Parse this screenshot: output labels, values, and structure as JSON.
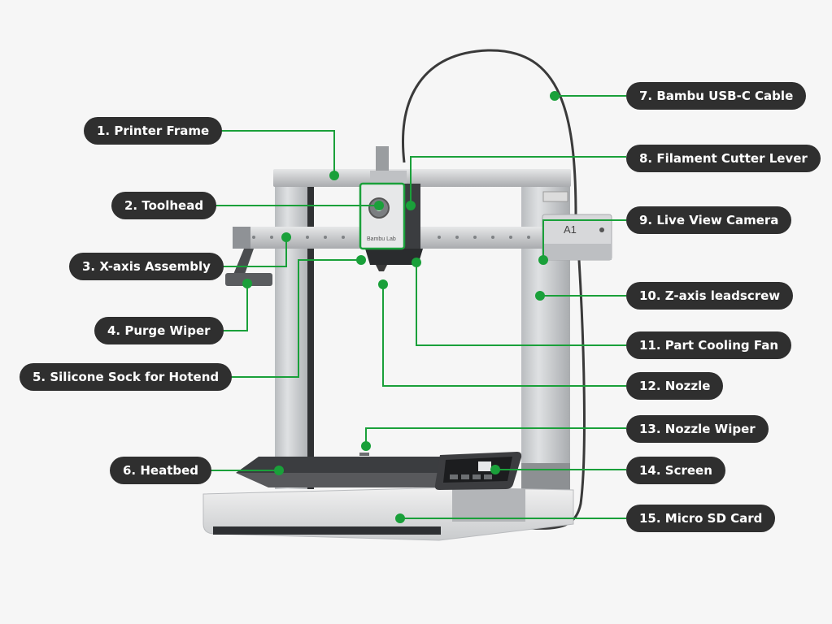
{
  "accent_color": "#1aa03a",
  "label_bg_color": "#2f2f2f",
  "labels": [
    {
      "id": "printer-frame",
      "text": "1. Printer Frame"
    },
    {
      "id": "toolhead",
      "text": "2. Toolhead"
    },
    {
      "id": "x-axis-assembly",
      "text": "3. X-axis Assembly"
    },
    {
      "id": "purge-wiper",
      "text": "4. Purge Wiper"
    },
    {
      "id": "silicone-sock",
      "text": "5. Silicone Sock for Hotend"
    },
    {
      "id": "heatbed",
      "text": "6. Heatbed"
    },
    {
      "id": "usb-c-cable",
      "text": "7. Bambu USB-C Cable"
    },
    {
      "id": "filament-cutter-lever",
      "text": "8. Filament Cutter Lever"
    },
    {
      "id": "live-view-camera",
      "text": "9. Live View Camera"
    },
    {
      "id": "z-axis-leadscrew",
      "text": "10. Z-axis leadscrew"
    },
    {
      "id": "part-cooling-fan",
      "text": "11. Part Cooling Fan"
    },
    {
      "id": "nozzle",
      "text": "12. Nozzle"
    },
    {
      "id": "nozzle-wiper",
      "text": "13. Nozzle Wiper"
    },
    {
      "id": "screen",
      "text": "14. Screen"
    },
    {
      "id": "micro-sd-card",
      "text": "15. Micro SD Card"
    }
  ],
  "printer": {
    "toolhead_brand": "Bambu Lab",
    "model_badge": "A1"
  }
}
